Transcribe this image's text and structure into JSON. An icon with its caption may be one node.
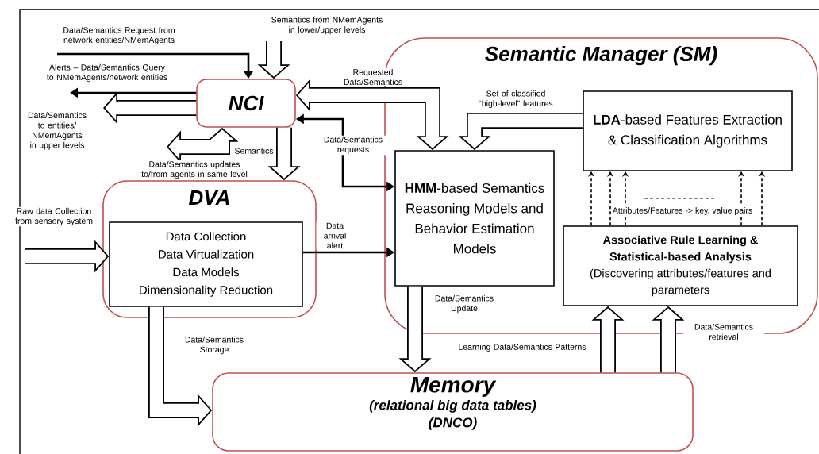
{
  "diagram": {
    "nodes": [
      {
        "text": [
          "NCI"
        ]
      },
      {
        "text": [
          "Semantic Manager (SM)"
        ]
      },
      {
        "text": [
          "**HMM**-based Semantics Reasoning Models and Behavior Estimation Models"
        ],
        "in": 1
      },
      {
        "text": [
          "**LDA**-based Features Extraction & Classification Algorithms"
        ],
        "in": 1
      },
      {
        "text": [
          "Associative Rule Learning & Statistical-based Analysis",
          "(Discovering attributes/features and parameters"
        ],
        "in": 1
      },
      {
        "text": [
          "DVA"
        ]
      },
      {
        "text": [
          "Data Collection",
          "Data Virtualization",
          "Data Models",
          "Dimensionality Reduction"
        ],
        "in": 5
      },
      {
        "text": [
          "Memory",
          "(relational big data tables)",
          "(DNCO)"
        ]
      }
    ],
    "edges": [
      {
        "from": null,
        "to": 0,
        "arrow": "to",
        "color": "#000000",
        "label": "Data/Semantics Request from network entities/NMemAgents"
      },
      {
        "from": null,
        "to": 0,
        "arrow": "to",
        "label": "Semantics from NMemAgents in lower/upper levels"
      },
      {
        "from": 0,
        "to": null,
        "arrow": "to",
        "color": "#000000",
        "label": "Alerts – Data/Semantics Query to NMemAgents/network entities"
      },
      {
        "from": 0,
        "to": null,
        "arrow": "to",
        "label": "Data/Semantics to entities/ NMemAgents in upper levels"
      },
      {
        "from": 0,
        "to": null,
        "arrow": "both",
        "label": "Data/Semantics updates to/from agents in same level"
      },
      {
        "from": 0,
        "to": 5,
        "arrow": "to",
        "label": "Semantics"
      },
      {
        "from": 2,
        "to": 0,
        "arrow": "both",
        "color": "#000000",
        "label": "Data/Semantics requests"
      },
      {
        "from": 2,
        "to": 0,
        "arrow": "both",
        "label": "Requested Data/Semantics"
      },
      {
        "from": 3,
        "to": 2,
        "arrow": "to",
        "label": "Set of classified “high-level” features"
      },
      {
        "from": 6,
        "to": 2,
        "arrow": "to",
        "color": "#000000",
        "label": "Data arrival alert"
      },
      {
        "from": null,
        "to": 6,
        "arrow": "to",
        "label": "Raw data Collection from sensory system"
      },
      {
        "from": 6,
        "to": 7,
        "arrow": "to",
        "label": "Data/Semantics Storage"
      },
      {
        "from": 2,
        "to": 7,
        "arrow": "to",
        "label": "Data/Semantics Update"
      },
      {
        "from": 7,
        "to": 4,
        "arrow": "to",
        "label": "Learning Data/Semantics Patterns"
      },
      {
        "from": 7,
        "to": 4,
        "arrow": "to",
        "label": "Data/Semantics retrieval"
      },
      {
        "from": 4,
        "to": 3,
        "arrow": "to",
        "style": "dashed",
        "color": "#000000"
      },
      {
        "from": 4,
        "to": 3,
        "arrow": "to",
        "style": "dashed",
        "color": "#000000"
      },
      {
        "from": 4,
        "to": 3,
        "arrow": "to",
        "style": "dashed",
        "color": "#000000",
        "label": "Attributes/Features -> key, value pairs"
      },
      {
        "from": 4,
        "to": 3,
        "arrow": "to",
        "style": "dashed",
        "color": "#000000"
      },
      {
        "from": 4,
        "to": 3,
        "arrow": "to",
        "style": "dashed",
        "color": "#000000"
      }
    ]
  }
}
